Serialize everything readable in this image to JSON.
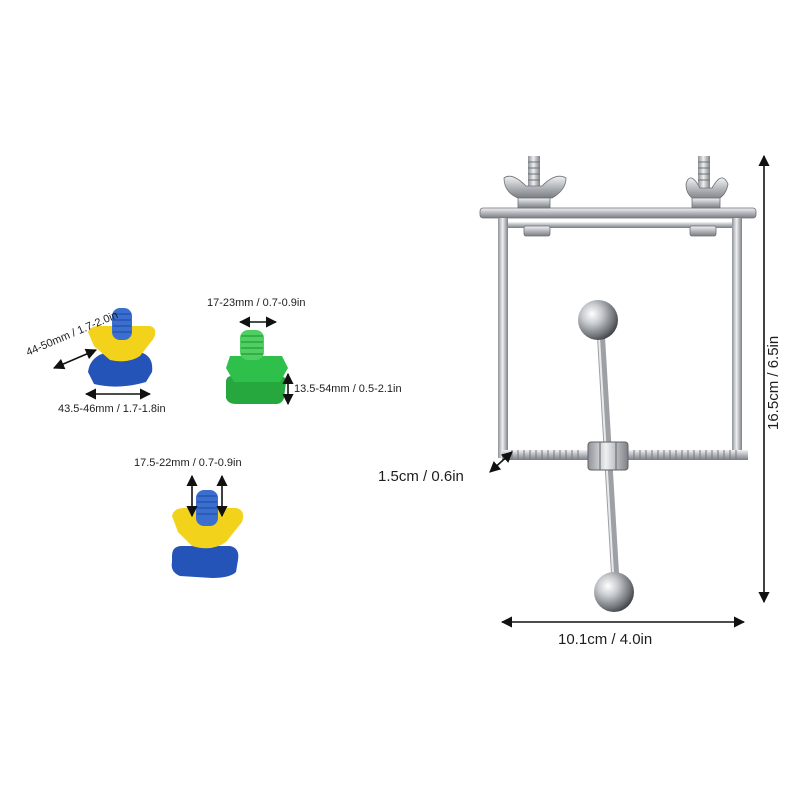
{
  "labels": {
    "blue_diag": "44-50mm / 1.7-2.0in",
    "blue_base": "43.5-46mm / 1.7-1.8in",
    "green_top": "17-23mm / 0.7-0.9in",
    "green_side": "13.5-54mm / 0.5-2.1in",
    "yellow_top": "17.5-22mm / 0.7-0.9in",
    "clamp_height": "16.5cm / 6.5in",
    "clamp_width": "10.1cm / 4.0in",
    "clamp_screw": "1.5cm / 0.6in"
  },
  "colors": {
    "yellow": "#f2d21a",
    "blue": "#2454b8",
    "green": "#27a83f",
    "steel": "#b9bcc0"
  }
}
